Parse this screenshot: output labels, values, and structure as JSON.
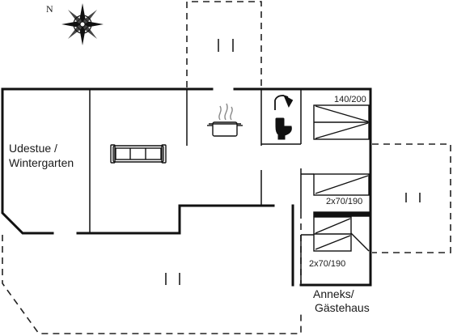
{
  "compass": {
    "north_letter": "N",
    "icon": "compass-rose-icon"
  },
  "rooms": {
    "conservatory": {
      "line1": "Udestue /",
      "line2": "Wintergarten"
    },
    "annex": {
      "line1": "Anneks/",
      "line2": "Gästehaus"
    }
  },
  "beds": {
    "double": "140/200",
    "twin_upper": "2x70/190",
    "twin_lower": "2x70/190"
  },
  "icons": {
    "sofa": "sofa-icon",
    "cooking_pot": "cooking-pot-icon",
    "shower": "shower-icon",
    "toilet": "toilet-icon"
  },
  "colors": {
    "wall": "#111111",
    "dashed": "#222222",
    "background": "#ffffff"
  }
}
